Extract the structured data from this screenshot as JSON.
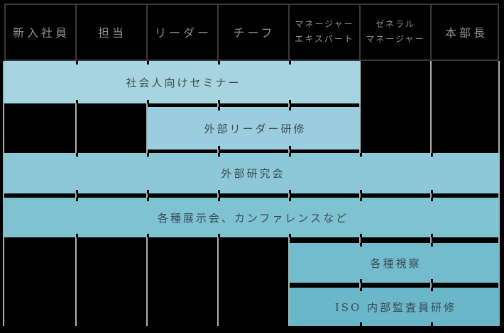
{
  "diagram": {
    "type": "training-program-span-grid",
    "columns": [
      {
        "id": "new-employee",
        "lines": [
          "新入社員"
        ]
      },
      {
        "id": "staff",
        "lines": [
          "担当"
        ]
      },
      {
        "id": "leader",
        "lines": [
          "リーダー"
        ]
      },
      {
        "id": "chief",
        "lines": [
          "チーフ"
        ]
      },
      {
        "id": "manager-expert",
        "lines": [
          "マネージャー",
          "エキスパート"
        ]
      },
      {
        "id": "general-manager",
        "lines": [
          "ゼネラル",
          "マネージャー"
        ]
      },
      {
        "id": "division-head",
        "lines": [
          "本部長"
        ]
      }
    ],
    "rows": [
      {
        "label": "社会人向けセミナー",
        "col_start": 0,
        "col_end": 4,
        "color": "#a6d4e1"
      },
      {
        "label": "外部リーダー研修",
        "col_start": 2,
        "col_end": 4,
        "color": "#9acede"
      },
      {
        "label": "外部研究会",
        "col_start": 0,
        "col_end": 6,
        "color": "#8cc8d7"
      },
      {
        "label": "各種展示会、カンファレンスなど",
        "col_start": 0,
        "col_end": 6,
        "color": "#7fc2d2"
      },
      {
        "label": "各種視察",
        "col_start": 4,
        "col_end": 6,
        "color": "#73bccd"
      },
      {
        "label": "ISO 内部監査員研修",
        "col_start": 4,
        "col_end": 6,
        "color": "#69b7c9"
      }
    ],
    "colors": {
      "background": "#010101",
      "header_text": "#8f8f8f",
      "bar_text": "#3b4950",
      "header_grid_line": "#3a3a3a",
      "body_grid_line": "#a9b0b1",
      "row_separator": "#000000"
    }
  }
}
